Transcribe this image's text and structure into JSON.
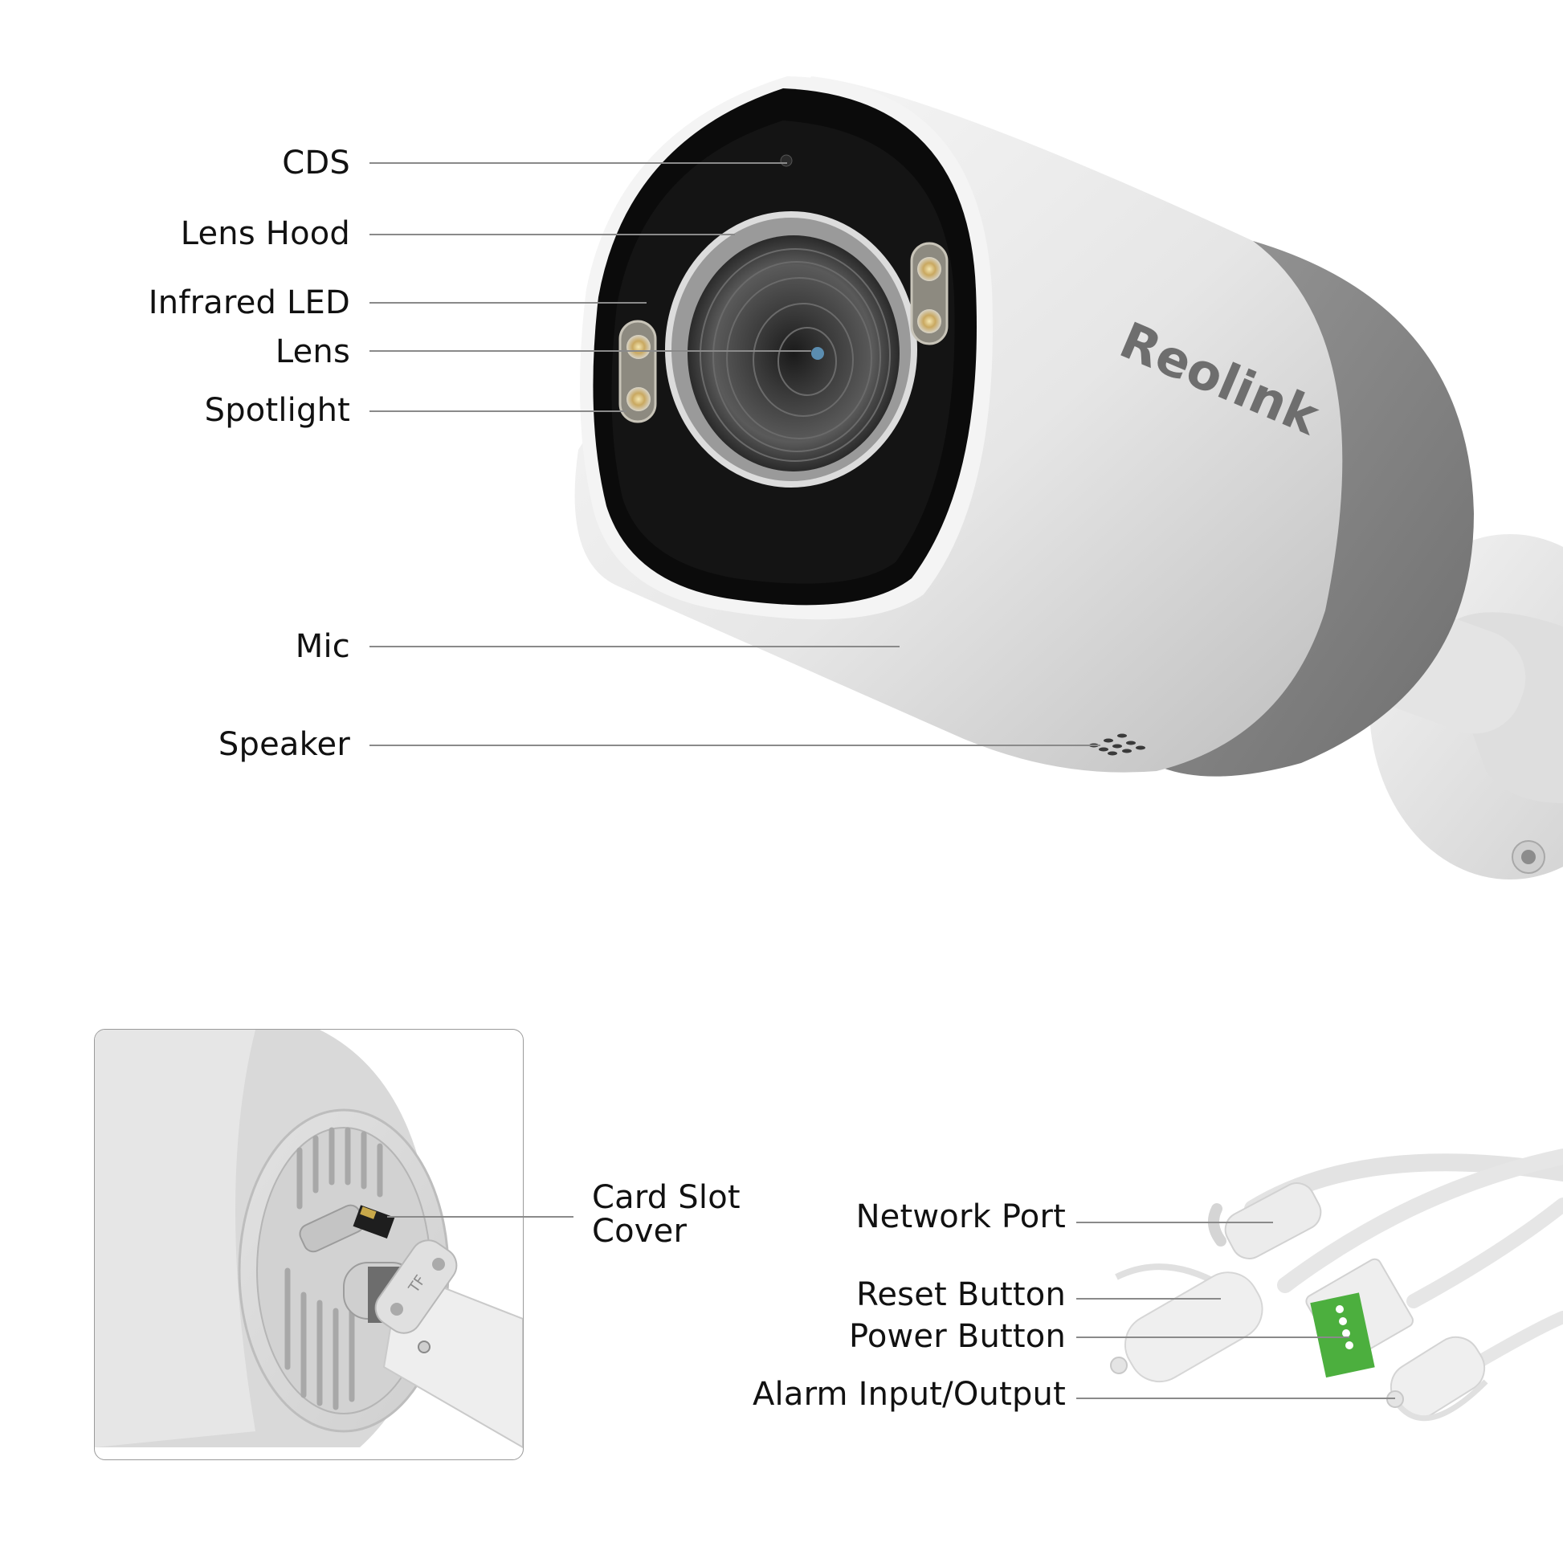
{
  "brand": {
    "logo_text": "Reolink"
  },
  "camera_callouts": [
    {
      "id": "cds",
      "label": "CDS"
    },
    {
      "id": "lens-hood",
      "label": "Lens Hood"
    },
    {
      "id": "infrared-led",
      "label": "Infrared LED"
    },
    {
      "id": "lens",
      "label": "Lens"
    },
    {
      "id": "spotlight",
      "label": "Spotlight"
    },
    {
      "id": "mic",
      "label": "Mic"
    },
    {
      "id": "speaker",
      "label": "Speaker"
    }
  ],
  "card_slot": {
    "label_line1": "Card Slot",
    "label_line2": "Cover",
    "cover_marking": "TF"
  },
  "cable_callouts": [
    {
      "id": "network-port",
      "label": "Network Port"
    },
    {
      "id": "reset-button",
      "label": "Reset Button"
    },
    {
      "id": "power-button",
      "label": "Power Button"
    },
    {
      "id": "alarm-io",
      "label": "Alarm Input/Output"
    }
  ],
  "colors": {
    "background": "#ffffff",
    "text": "#111111",
    "leader_line": "#8a8a8a",
    "camera_body": "#e9e9e9",
    "camera_shade": "#8c8c8c",
    "bezel": "#0b0b0b",
    "terminal_green": "#4caf3e"
  }
}
